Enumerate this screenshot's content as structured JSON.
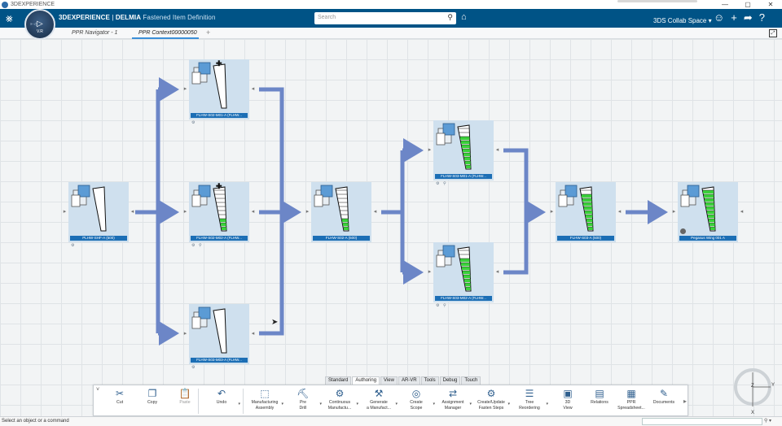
{
  "window": {
    "title": "3DEXPERIENCE",
    "controls": [
      "—",
      "▢",
      "✕"
    ]
  },
  "topbar": {
    "brand_bold": "3DEXPERIENCE",
    "brand_sep": " | ",
    "brand_app": "DELMIA",
    "brand_title": "Fastened Item Definition",
    "search_placeholder": "Search",
    "collab_space": "3DS Collab Space",
    "compass_version": "V.R"
  },
  "tabs": [
    {
      "label": "PPR Navigator - 1",
      "active": false
    },
    {
      "label": "PPR Context00000050",
      "active": true
    }
  ],
  "tab_add": "+",
  "nodes": [
    {
      "id": "n1",
      "label": "PLHW-SHF-A (500)",
      "fill": 0,
      "plus": false,
      "icons": 1
    },
    {
      "id": "n2",
      "label": "FLHW-S02-M01-A (FLHW...",
      "fill": 0,
      "plus": true,
      "icons": 1
    },
    {
      "id": "n3",
      "label": "FLHW-S02-M02-A (FLHW...",
      "fill": 0.25,
      "plus": true,
      "icons": 2
    },
    {
      "id": "n4",
      "label": "FLHW-S03-M03-A (FLHW...",
      "fill": 0,
      "plus": false,
      "icons": 1
    },
    {
      "id": "n5",
      "label": "FLHW-S02-A (500)",
      "fill": 0.3,
      "plus": false,
      "icons": 0
    },
    {
      "id": "n6",
      "label": "FLHW-S03-M01-A (FLHW...",
      "fill": 0.8,
      "plus": false,
      "icons": 2
    },
    {
      "id": "n7",
      "label": "FLHW-S03-M02-A (FLHW...",
      "fill": 0.8,
      "plus": false,
      "icons": 2
    },
    {
      "id": "n8",
      "label": "FLHW-S03-A (500)",
      "fill": 0.9,
      "plus": false,
      "icons": 0
    },
    {
      "id": "n9",
      "label": "Pegasus Wing 001 A",
      "fill": 1,
      "plus": false,
      "icons": 0
    }
  ],
  "axis": {
    "z": "Z",
    "x": "X",
    "y": "Y"
  },
  "category_tabs": [
    "Standard",
    "Authoring",
    "View",
    "AR-VR",
    "Tools",
    "Debug",
    "Touch"
  ],
  "active_category": "Authoring",
  "actions": [
    {
      "label": "Cut",
      "icon": "✂",
      "name": "cut",
      "enabled": true,
      "dropdown": false
    },
    {
      "label": "Copy",
      "icon": "❐",
      "name": "copy",
      "enabled": true,
      "dropdown": false
    },
    {
      "label": "Paste",
      "icon": "📋",
      "name": "paste",
      "enabled": false,
      "dropdown": false
    },
    {
      "label": "Undo",
      "icon": "↶",
      "name": "undo",
      "enabled": true,
      "dropdown": true
    },
    {
      "label": "Manufacturing\nAssembly",
      "icon": "⬚",
      "name": "manufacturing-assembly",
      "enabled": true,
      "dropdown": true
    },
    {
      "label": "Pre\nDrill",
      "icon": "⛏",
      "name": "pre-drill",
      "enabled": true,
      "dropdown": true
    },
    {
      "label": "Continuous\nManufactu...",
      "icon": "⚙",
      "name": "continuous-manufacturing",
      "enabled": true,
      "dropdown": true
    },
    {
      "label": "Generate\na Manufact...",
      "icon": "⚒",
      "name": "generate-manufacturing",
      "enabled": true,
      "dropdown": true
    },
    {
      "label": "Create\nScope",
      "icon": "◎",
      "name": "create-scope",
      "enabled": true,
      "dropdown": true
    },
    {
      "label": "Assignment\nManager",
      "icon": "⇄",
      "name": "assignment-manager",
      "enabled": true,
      "dropdown": true
    },
    {
      "label": "Create/Update\nFasten Steps",
      "icon": "⚙",
      "name": "fasten-steps",
      "enabled": true,
      "dropdown": true
    },
    {
      "label": "Tree\nReordering",
      "icon": "☰",
      "name": "tree-reordering",
      "enabled": true,
      "dropdown": true
    },
    {
      "label": "3D\nView",
      "icon": "▣",
      "name": "3d-view",
      "enabled": true,
      "dropdown": false
    },
    {
      "label": "Relations",
      "icon": "▤",
      "name": "relations",
      "enabled": true,
      "dropdown": false
    },
    {
      "label": "PPR\nSpreadsheet...",
      "icon": "▦",
      "name": "ppr-spreadsheet",
      "enabled": true,
      "dropdown": false
    },
    {
      "label": "Documents",
      "icon": "✎",
      "name": "documents",
      "enabled": true,
      "dropdown": false
    }
  ],
  "status": {
    "prompt": "Select an object or a command"
  }
}
